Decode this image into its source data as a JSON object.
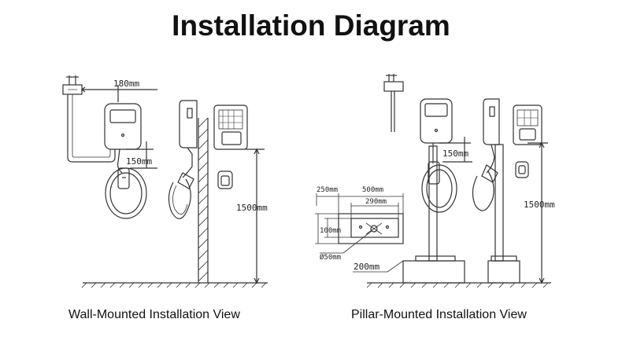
{
  "title": "Installation Diagram",
  "captions": {
    "wall": "Wall-Mounted Installation View",
    "pillar": "Pillar-Mounted Installation View"
  },
  "dimensions": {
    "wall_horizontal": "180mm",
    "wall_cable": "150mm",
    "wall_height": "1500mm",
    "pillar_cable": "150mm",
    "pillar_height": "1500mm",
    "base_250": "250mm",
    "base_500": "500mm",
    "base_290": "290mm",
    "base_100": "100mm",
    "base_hole": "Ø50mm",
    "base_depth": "200mm"
  },
  "colors": {
    "line": "#333333",
    "text": "#111111"
  }
}
